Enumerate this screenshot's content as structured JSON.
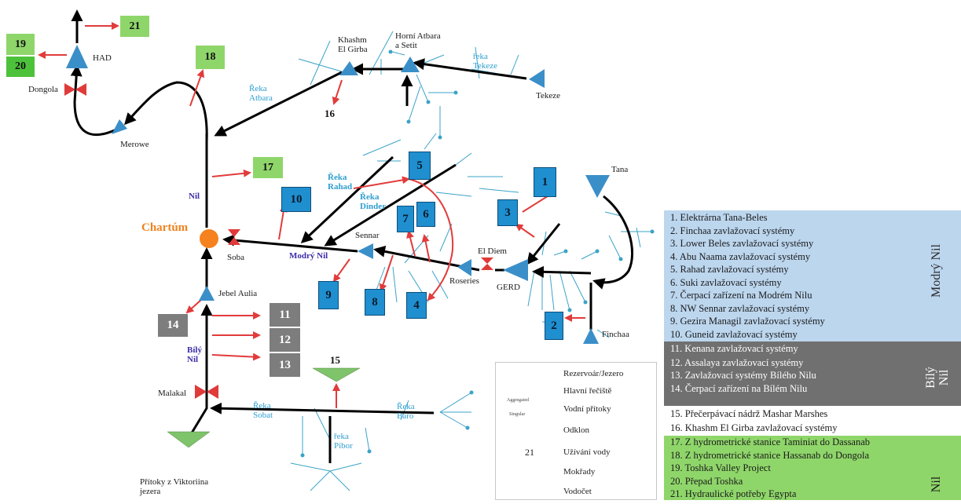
{
  "nodes": {
    "had": "HAD",
    "dongola": "Dongola",
    "merowe": "Merowe",
    "khashm": "Khashm\nEl Girba",
    "horni_atbara": "Horní Atbara\na Setit",
    "reka_tekeze": "řeka\nTekeze",
    "tekeze": "Tekeze",
    "reka_atbara": "Řeka\nAtbara",
    "nil": "Nil",
    "chartum": "Chartúm",
    "soba": "Soba",
    "reka_rahad": "Řeka\nRahad",
    "reka_dinder": "Řeka\nDinder",
    "tana": "Tana",
    "sennar": "Sennar",
    "modry_nil": "Modrý Nil",
    "el_diem": "El Diem",
    "roseries": "Roseries",
    "gerd": "GERD",
    "finchaa": "Finchaa",
    "jebel_aulia": "Jebel Aulia",
    "bily_nil": "Bílý\nNil",
    "malakal": "Malakal",
    "reka_sobat": "Řeka\nSobat",
    "reka_baro": "Řeka\nBaro",
    "reka_pibor": "řeka\nPibor",
    "pritoky": "Přítoky z Viktoriina\njezera"
  },
  "boxes": {
    "b1": "1",
    "b2": "2",
    "b3": "3",
    "b4": "4",
    "b5": "5",
    "b6": "6",
    "b7": "7",
    "b8": "8",
    "b9": "9",
    "b10": "10",
    "b11": "11",
    "b12": "12",
    "b13": "13",
    "b14": "14",
    "b15": "15",
    "b16": "16",
    "b17": "17",
    "b18": "18",
    "b19": "19",
    "b20": "20",
    "b21": "21"
  },
  "legend": {
    "reservoir": "Rezervoár/Jezero",
    "main_channel": "Hlavní řečiště",
    "aggregated": "Aggregated",
    "singular": "Singular",
    "tributaries": "Vodní přítoky",
    "diversion": "Odklon",
    "water_use_sample": "21",
    "water_use": "Užívání vody",
    "wetlands": "Mokřady",
    "gauge": "Vodočet"
  },
  "panel": {
    "blue_nile_title": "Modrý Nil",
    "white_nile_title": "Bílý\nNil",
    "nile_title": "Nil",
    "items": [
      "1. Elektrárna Tana-Beles",
      "2. Finchaa zavlažovací systémy",
      "3. Lower Beles zavlažovací systémy",
      "4. Abu Naama zavlažovací systémy",
      "5. Rahad zavlažovací systémy",
      "6. Suki zavlažovací systémy",
      "7. Čerpací zařízení na Modrém Nilu",
      "8. NW Sennar zavlažovací systémy",
      "9. Gezira Managil zavlažovací systémy",
      "10. Guneid zavlažovací systémy",
      "11. Kenana zavlažovací systémy",
      "12. Assalaya zavlažovací systémy",
      "13. Zavlažovací systémy Bílého Nilu",
      "14. Čerpací zařízení na Bílém Nilu",
      "15. Přečerpávací nádrž Mashar Marshes",
      "16. Khashm El Girba zavlažovací systémy",
      "17. Z hydrometrické stanice Taminiat do Dassanab",
      "18. Z hydrometrické stanice Hassanab do Dongola",
      "19. Toshka Valley Project",
      "20. Přepad Toshka",
      "21. Hydraulické potřeby Egypta"
    ]
  },
  "colors": {
    "reservoir": "#3b8fc8",
    "main_channel": "#000000",
    "tributary": "#3ba3c8",
    "diversion": "#e23b3b",
    "wetland": "#7fc36a",
    "gauge": "#e03a3a",
    "khartoum": "#f5821f",
    "box_blue": "#1f8fd0",
    "box_gray": "#7d7d7d",
    "box_green": "#8fd66a"
  }
}
